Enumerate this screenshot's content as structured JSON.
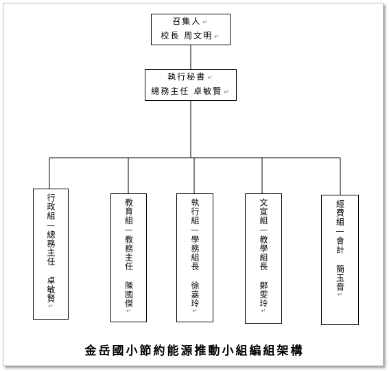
{
  "title": "金岳國小節約能源推動小組編組架構",
  "paragraph_mark": "↵",
  "convener": {
    "line1": "召集人",
    "line2": "校長 周文明"
  },
  "secretary": {
    "line1": "執行秘書",
    "line2": "總務主任 卓敏賢"
  },
  "groups": [
    {
      "text": "行政組—總務主任 卓敏賢"
    },
    {
      "text": "教育組—教務主任 陳國傑"
    },
    {
      "text": "執行組—學務組長 徐嘉玲"
    },
    {
      "text": "文宣組—教學組長 鄭雯玲"
    },
    {
      "text": "經費組—會計 簡玉音"
    }
  ],
  "colors": {
    "line": "#000000",
    "frame": "#b9b9b9",
    "mark": "#7a7a7a"
  }
}
